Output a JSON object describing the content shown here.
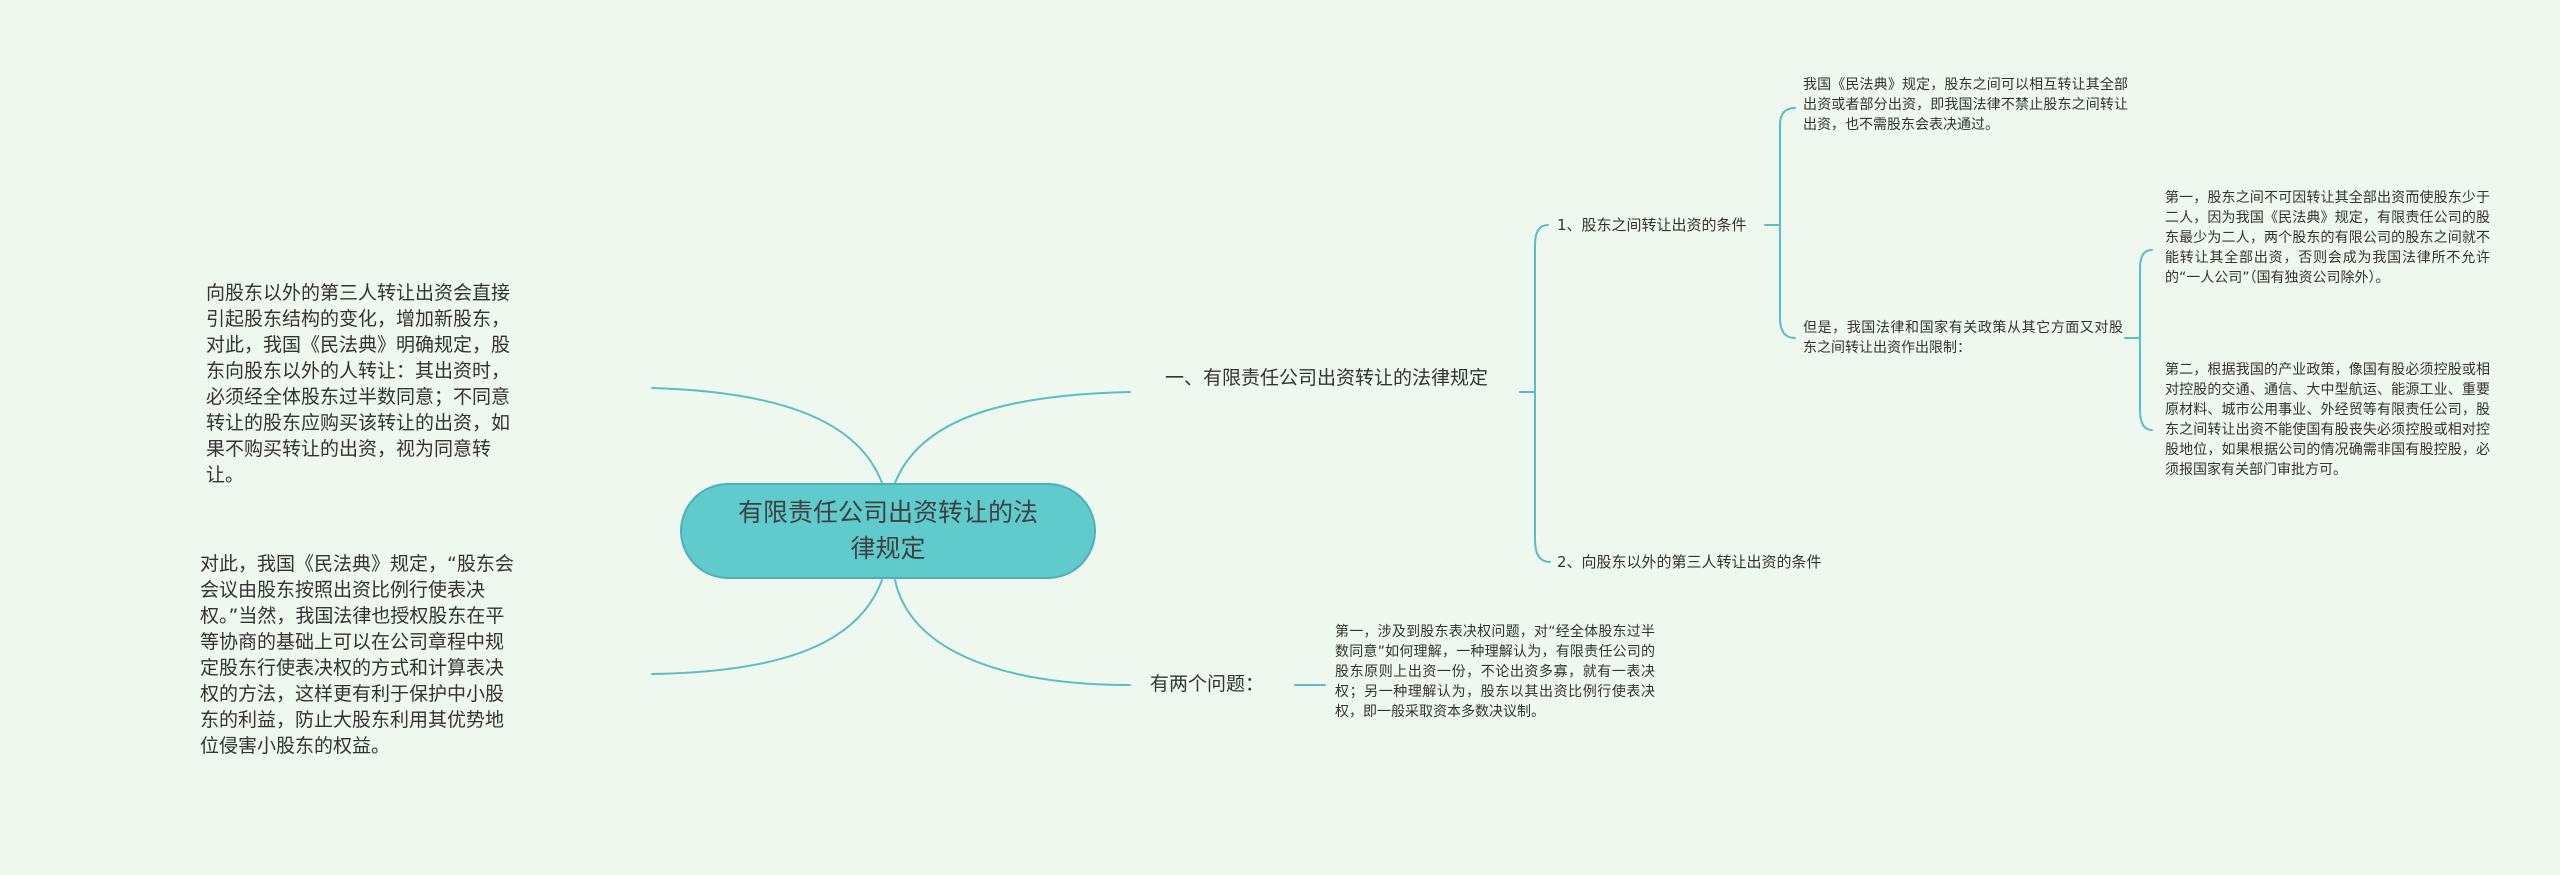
{
  "colors": {
    "background": "#eff8ee",
    "root_fill": "#5fcbcd",
    "connector": "#5bbdc6",
    "text": "#333333"
  },
  "root": {
    "title": "有限责任公司出资转让的法律规定"
  },
  "right_branches": {
    "legal_provisions": {
      "label": "一、有限责任公司出资转让的法律规定",
      "between_shareholders": {
        "label": "1、股东之间转让出资的条件",
        "note_civil_code": "我国《民法典》规定，股东之间可以相互转让其全部出资或者部分出资，即我国法律不禁止股东之间转让出资，也不需股东会表决通过。",
        "restriction": {
          "label": "但是，我国法律和国家有关政策从其它方面又对股东之间转让出资作出限制：",
          "first": "第一，股东之间不可因转让其全部出资而使股东少于二人，因为我国《民法典》规定，有限责任公司的股东最少为二人，两个股东的有限公司的股东之间就不能转让其全部出资，否则会成为我国法律所不允许的“一人公司”（国有独资公司除外）。",
          "second": "第二，根据我国的产业政策，像国有股必须控股或相对控股的交通、通信、大中型航运、能源工业、重要原材料、城市公用事业、外经贸等有限责任公司，股东之间转让出资不能使国有股丧失必须控股或相对控股地位，如果根据公司的情况确需非国有股控股，必须报国家有关部门审批方可。"
        }
      },
      "to_third_party": {
        "label": "2、向股东以外的第三人转让出资的条件"
      }
    },
    "two_issues": {
      "label": "有两个问题：",
      "first": "第一，涉及到股东表决权问题，对“经全体股东过半数同意”如何理解，一种理解认为，有限责任公司的股东原则上出资一份，不论出资多寡，就有一表决权；另一种理解认为，股东以其出资比例行使表决权，即一般采取资本多数决议制。"
    }
  },
  "left_branches": {
    "third_party_transfer": "向股东以外的第三人转让出资会直接引起股东结构的变化，增加新股东，对此，我国《民法典》明确规定，股东向股东以外的人转让：其出资时，必须经全体股东过半数同意；不同意转让的股东应购买该转让的出资，如果不购买转让的出资，视为同意转让。",
    "voting_rights": "对此，我国《民法典》规定，“股东会会议由股东按照出资比例行使表决权。”当然，我国法律也授权股东在平等协商的基础上可以在公司章程中规定股东行使表决权的方式和计算表决权的方法，这样更有利于保护中小股东的利益，防止大股东利用其优势地位侵害小股东的权益。"
  }
}
